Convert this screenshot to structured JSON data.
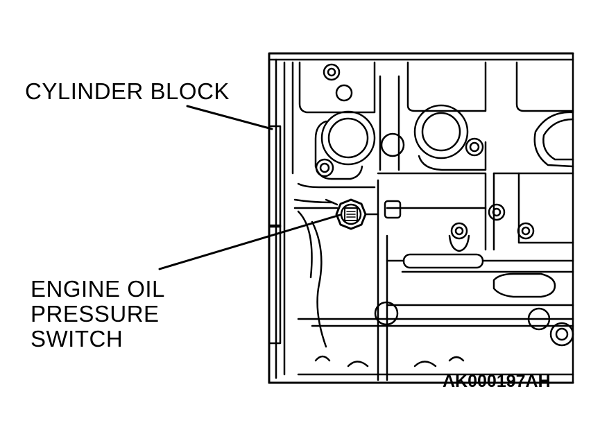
{
  "labels": {
    "cylinder_block": "CYLINDER BLOCK",
    "oil_switch": [
      "ENGINE OIL",
      "PRESSURE",
      "SWITCH"
    ]
  },
  "figure_code": "AK000197AH",
  "colors": {
    "ink": "#000000",
    "paper": "#ffffff"
  }
}
